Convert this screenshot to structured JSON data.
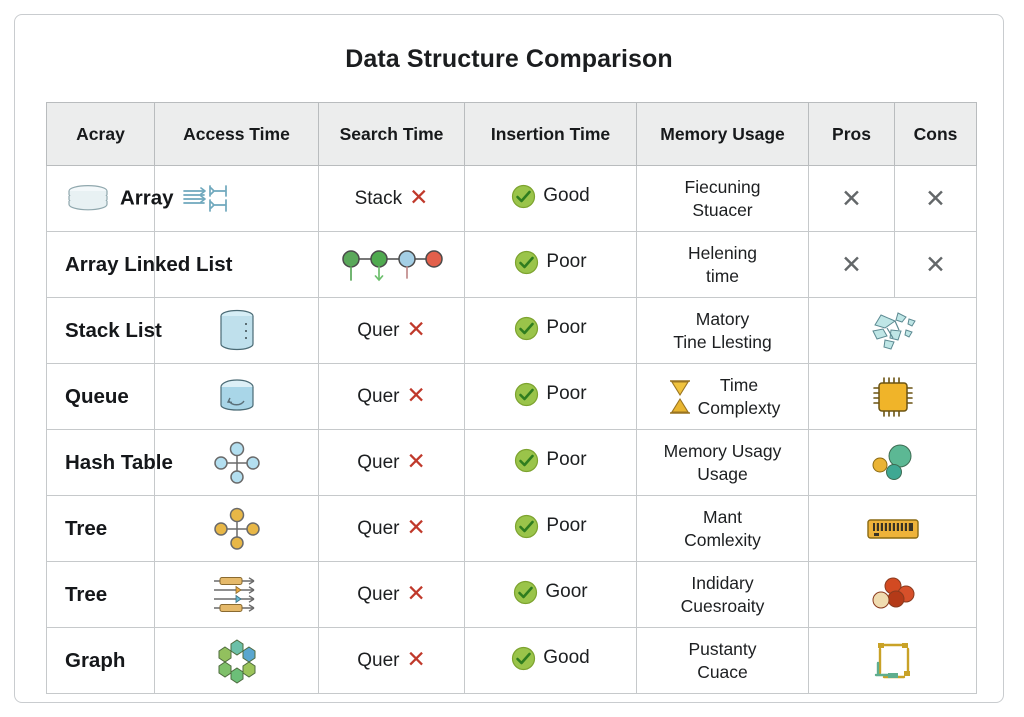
{
  "page": {
    "title": "Data Structure Comparison",
    "background": "#ffffff",
    "card_border": "#c9cccf"
  },
  "colors": {
    "header_bg": "#eceded",
    "header_border": "#b9bcbe",
    "cell_border": "#c6c9cb",
    "red_x": "#c0392b",
    "gray_x": "#636769",
    "green_check": "#8ec044",
    "text": "#1d1f21"
  },
  "table": {
    "headers": [
      "Acray",
      "Access Time",
      "Search Time",
      "Insertion Time",
      "Memory Usage",
      "Pros",
      "Cons"
    ],
    "rows": [
      {
        "label": "Array",
        "label_icon": "stacked-plates-icon",
        "access_icon": "arrow-flow-icon",
        "search_text": "Stack",
        "search_mark": "✕",
        "insertion_text": "Good",
        "insertion_mark": "check",
        "memory_line1": "Fiecuning",
        "memory_line2": "Stuacer",
        "memory_icon": "",
        "pros_mark": "✕",
        "cons_mark": "✕",
        "merged": false
      },
      {
        "label": "Array Linked List",
        "label_icon": "",
        "access_icon": "",
        "search_text": "",
        "search_mark": "",
        "search_icon": "linked-node-chain-icon",
        "insertion_text": "Poor",
        "insertion_mark": "check",
        "memory_line1": "Helening",
        "memory_line2": "time",
        "memory_icon": "",
        "pros_mark": "✕",
        "cons_mark": "✕",
        "merged": false
      },
      {
        "label": "Stack List",
        "label_icon": "",
        "access_icon": "database-cylinder-icon",
        "search_text": "Quer",
        "search_mark": "✕",
        "insertion_text": "Poor",
        "insertion_mark": "check",
        "memory_line1": "Matory",
        "memory_line2": "Tine Llesting",
        "memory_icon": "",
        "merged": true,
        "merged_icon": "shattered-glass-icon"
      },
      {
        "label": "Queue",
        "label_icon": "",
        "access_icon": "bucket-queue-icon",
        "search_text": "Quer",
        "search_mark": "✕",
        "insertion_text": "Poor",
        "insertion_mark": "check",
        "memory_line1": "Time",
        "memory_line2": "Complexty",
        "memory_icon": "hourglass-icon",
        "merged": true,
        "merged_icon": "cpu-chip-icon"
      },
      {
        "label": "Hash Table",
        "label_icon": "",
        "access_icon": "blue-node-cross-icon",
        "search_text": "Quer",
        "search_mark": "✕",
        "insertion_text": "Poor",
        "insertion_mark": "check",
        "memory_line1": "Memory Usagy",
        "memory_line2": "Usage",
        "memory_icon": "",
        "merged": true,
        "merged_icon": "bubble-cluster-icon"
      },
      {
        "label": "Tree",
        "label_icon": "",
        "access_icon": "orange-node-cross-icon",
        "search_text": "Quer",
        "search_mark": "✕",
        "insertion_text": "Poor",
        "insertion_mark": "check",
        "memory_line1": "Mant",
        "memory_line2": "Comlexity",
        "memory_icon": "",
        "merged": true,
        "merged_icon": "ram-stick-icon"
      },
      {
        "label": "Tree",
        "label_icon": "",
        "access_icon": "arrow-rows-icon",
        "search_text": "Quer",
        "search_mark": "✕",
        "insertion_text": "Goor",
        "insertion_mark": "check",
        "memory_line1": "Indidary",
        "memory_line2": "Cuesroaity",
        "memory_icon": "",
        "merged": true,
        "merged_icon": "red-bubble-cluster-icon"
      },
      {
        "label": "Graph",
        "label_icon": "",
        "access_icon": "hexagon-cluster-icon",
        "search_text": "Quer",
        "search_mark": "✕",
        "insertion_text": "Good",
        "insertion_mark": "check",
        "memory_line1": "Pustanty",
        "memory_line2": "Cuace",
        "memory_icon": "",
        "merged": true,
        "merged_icon": "network-frame-icon"
      }
    ]
  }
}
